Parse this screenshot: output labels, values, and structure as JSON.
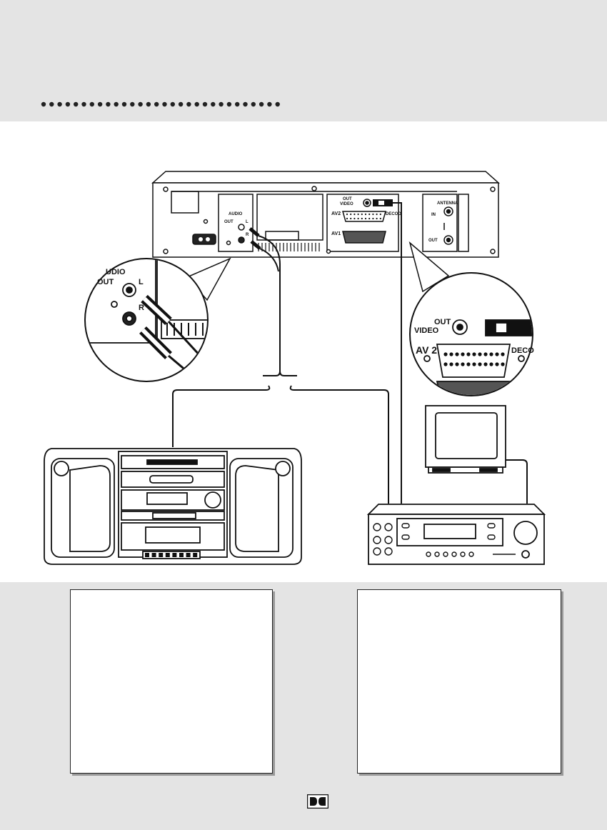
{
  "rear_panel": {
    "audio_label": "AUDIO",
    "out_label": "OUT",
    "left_label": "L",
    "right_label": "R",
    "video_label": "VIDEO",
    "av2_label": "AV2",
    "av1_label": "AV1",
    "decoder_label": "DECOD.",
    "antenna_label": "ANTENNA",
    "antenna_in_label": "IN",
    "antenna_out_label": "OUT"
  },
  "zoom_audio": {
    "audio_label": "UDIO",
    "out_label": "OUT",
    "left_label": "L",
    "right_label": "R"
  },
  "zoom_video": {
    "video_label": "VIDEO",
    "out_label": "OUT",
    "av2_label": "AV 2",
    "decoder_label": "DECO"
  },
  "icons": {
    "dolby_logo": "dolby-double-d-icon"
  },
  "colors": {
    "band": "#e4e4e4",
    "line": "#111111"
  }
}
